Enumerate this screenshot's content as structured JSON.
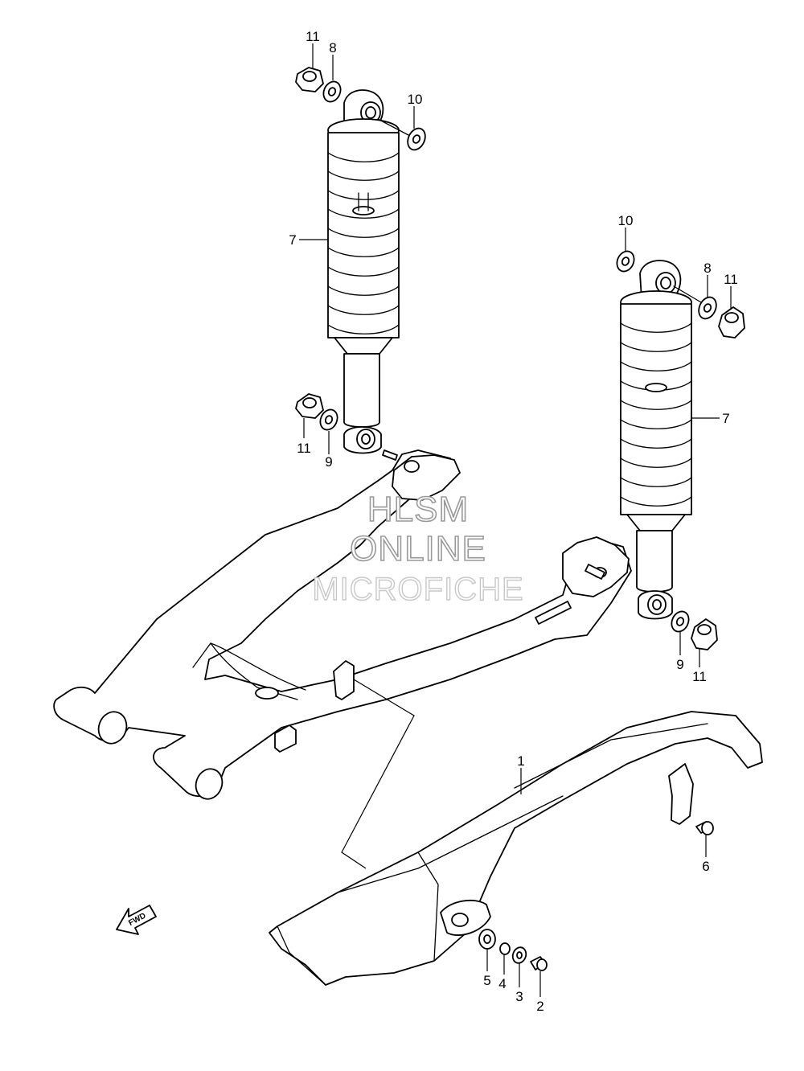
{
  "diagram": {
    "callouts": {
      "p1": "1",
      "p2": "2",
      "p3": "3",
      "p4": "4",
      "p5": "5",
      "p6": "6",
      "p7a": "7",
      "p7b": "7",
      "p8a": "8",
      "p8b": "8",
      "p9a": "9",
      "p9b": "9",
      "p10a": "10",
      "p10b": "10",
      "p11a": "11",
      "p11b": "11",
      "p11c": "11",
      "p11d": "11"
    },
    "fwd_label": "FWD",
    "watermark": {
      "line1": "HLSM",
      "line2": "ONLINE",
      "line3": "MICROFICHE"
    }
  }
}
